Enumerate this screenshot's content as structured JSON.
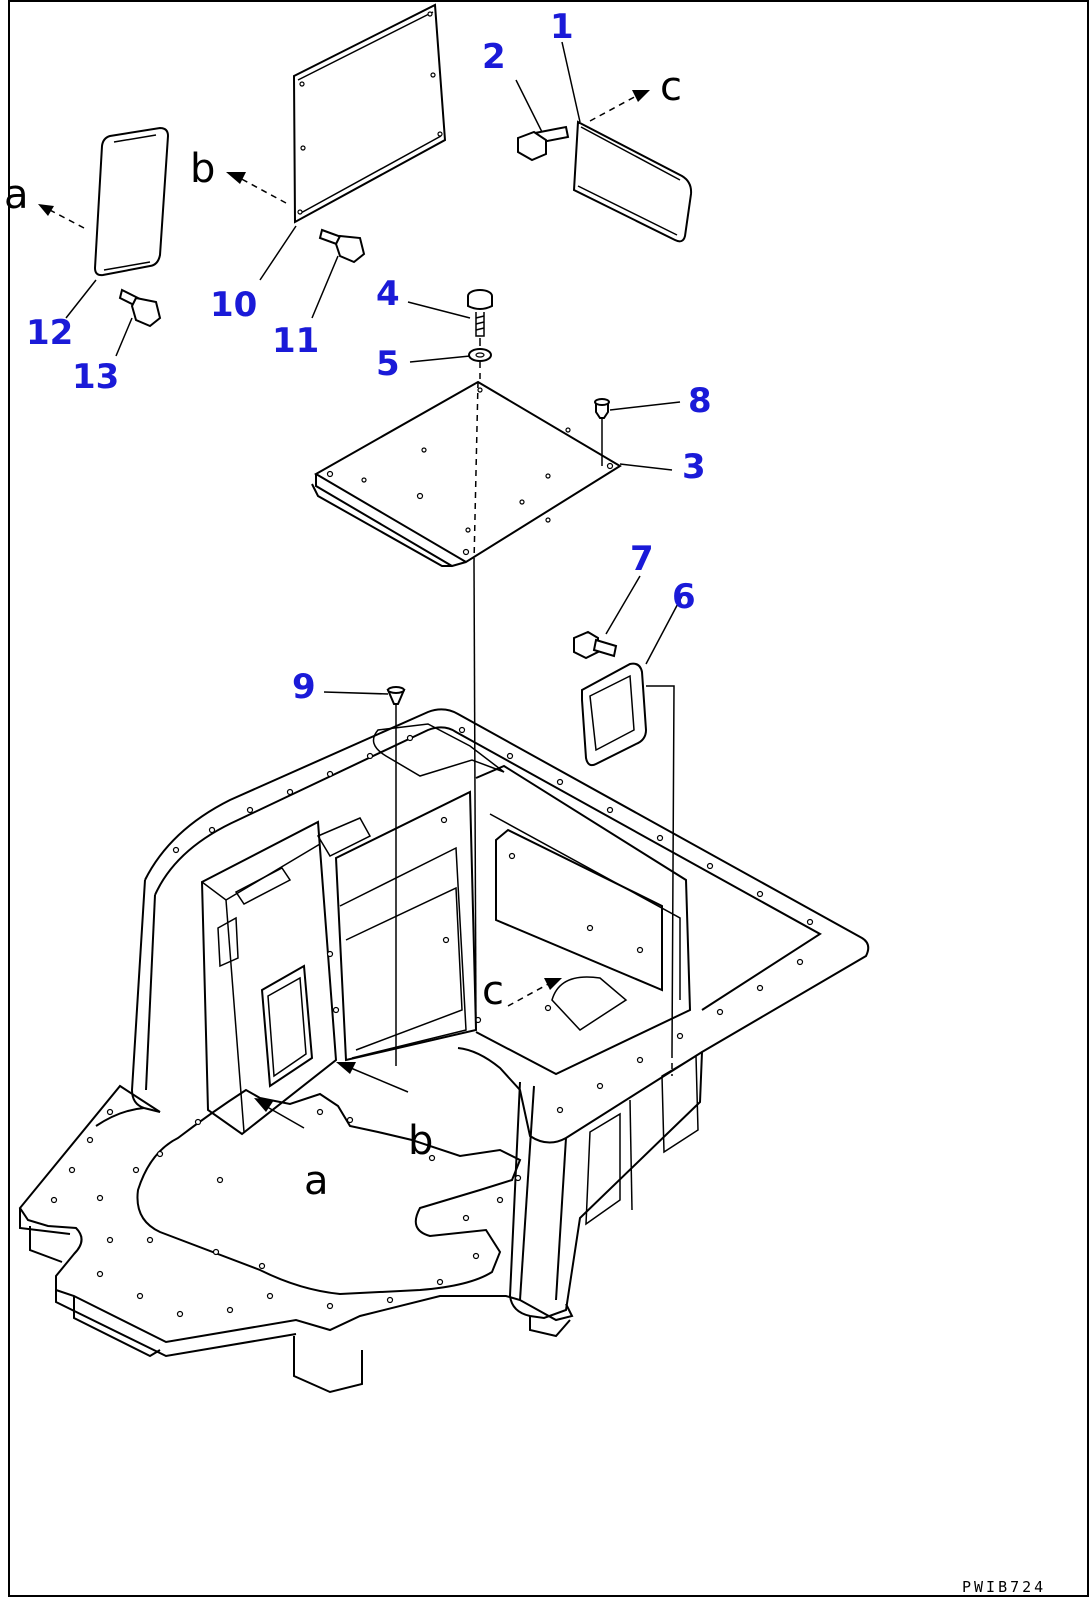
{
  "callouts": [
    "1",
    "2",
    "3",
    "4",
    "5",
    "6",
    "7",
    "8",
    "9",
    "10",
    "11",
    "12",
    "13"
  ],
  "view_refs": {
    "a": "a",
    "b": "b",
    "c": "c"
  },
  "drawing_code": "PWIB724",
  "colors": {
    "callout": "#1a1ad8",
    "line": "#000000"
  }
}
